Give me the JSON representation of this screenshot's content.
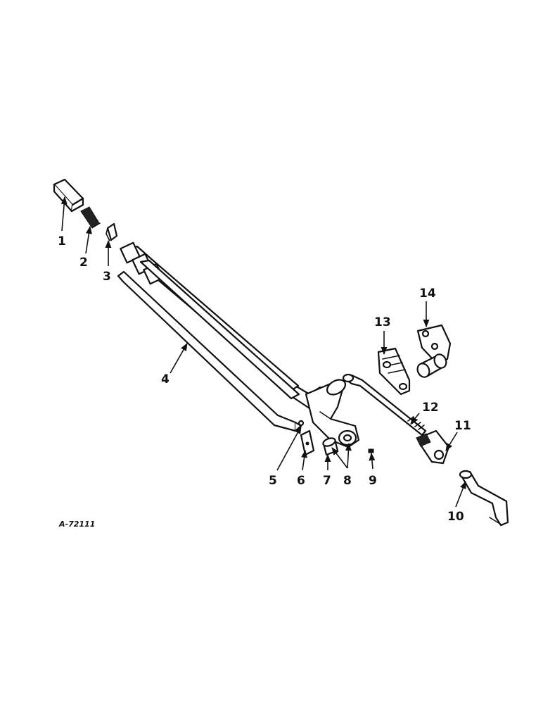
{
  "drawing_code": "A-72111",
  "callouts": {
    "c1": "1",
    "c2": "2",
    "c3": "3",
    "c4": "4",
    "c5": "5",
    "c6": "6",
    "c7": "7",
    "c8": "8",
    "c9": "9",
    "c10": "10",
    "c11": "11",
    "c12": "12",
    "c13": "13",
    "c14": "14"
  }
}
